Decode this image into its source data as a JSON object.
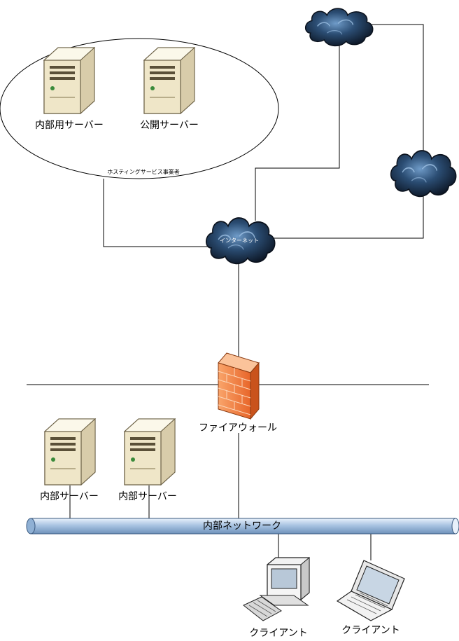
{
  "hosting_group": {
    "label": "ホスティングサービス事業者",
    "servers": [
      {
        "label": "内部用サーバー",
        "icon": "server-tower-icon"
      },
      {
        "label": "公開サーバー",
        "icon": "server-tower-icon"
      }
    ]
  },
  "internet": {
    "label": "インターネット",
    "icon": "cloud-icon"
  },
  "remote_clouds": [
    {
      "label": "",
      "icon": "cloud-icon"
    },
    {
      "label": "",
      "icon": "cloud-icon"
    }
  ],
  "firewall": {
    "label": "ファイアウォール",
    "icon": "firewall-icon"
  },
  "internal_network": {
    "label": "内部ネットワーク"
  },
  "internal_servers": [
    {
      "label": "内部サーバー",
      "icon": "server-tower-icon"
    },
    {
      "label": "内部サーバー",
      "icon": "server-tower-icon"
    }
  ],
  "clients": [
    {
      "label": "クライアント",
      "icon": "desktop-computer-icon"
    },
    {
      "label": "クライアント",
      "icon": "laptop-icon"
    }
  ],
  "colors": {
    "cloud_dark": "#0e1a2a",
    "cloud_mid": "#3a5f86",
    "firewall": "#f07a3a",
    "pipe": "#b9cfe6",
    "server_body": "#f1e9cf"
  }
}
